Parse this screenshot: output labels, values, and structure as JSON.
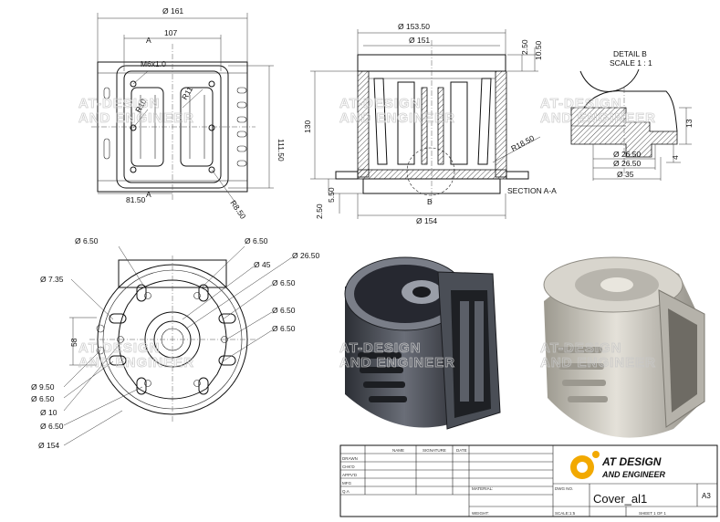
{
  "front_view": {
    "dims": {
      "top_width": "Ø 161",
      "inner_width": "107",
      "height": "111.50",
      "half_width": "81.50",
      "radius_corner": "R8.50",
      "radius_a": "R10",
      "radius_b": "R11",
      "thread": "M6x1.0",
      "section_mark": "A"
    }
  },
  "section_view": {
    "dims": {
      "outer_dia": "Ø 153.50",
      "inner_dia": "Ø 151",
      "height_130": "130",
      "d250_top": "2.50",
      "d1050": "10.50",
      "radius_1850": "R18.50",
      "bottom_dia": "Ø 154",
      "d550": "5.50",
      "d250_bottom": "2.50",
      "detail_mark": "B",
      "label": "SECTION A-A"
    }
  },
  "detail_view": {
    "title_line1": "DETAIL B",
    "title_line2": "SCALE 1 : 1",
    "dims": {
      "d13": "13",
      "d4": "4",
      "dia2650_a": "Ø 26.50",
      "dia2650_b": "Ø 26.50",
      "dia35": "Ø 35"
    }
  },
  "bottom_view": {
    "dims": {
      "hole_650_tl": "Ø 6.50",
      "hole_650_tr": "Ø 6.50",
      "dia_2650": "Ø 26.50",
      "dia_45": "Ø 45",
      "hole_650_r1": "Ø 6.50",
      "hole_650_r2": "Ø 6.50",
      "hole_650_r3": "Ø 6.50",
      "dia_735": "Ø 7.35",
      "d58": "58",
      "dia_950": "Ø 9.50",
      "hole_650_l1": "Ø 6.50",
      "dia_10": "Ø 10",
      "hole_650_l2": "Ø 6.50",
      "dia_154": "Ø 154"
    }
  },
  "watermark": {
    "line1": "AT-DESIGN",
    "line2": "AND ENGINEER"
  },
  "title_block": {
    "col_name": "NAME",
    "col_signature": "SIGNATURE",
    "col_date": "DATE",
    "rows": [
      "DRAWN",
      "CHK'D",
      "APPV'D",
      "MFG",
      "Q.A"
    ],
    "material_label": "MATERIAL:",
    "weight_label": "WEIGHT:",
    "dwg_no_label": "DWG NO.",
    "drawing_name": "Cover_al1",
    "sheet_size": "A3",
    "scale_label": "SCALE:1:5",
    "sheet_label": "SHEET 1 OF 1",
    "logo_line1": "AT DESIGN",
    "logo_line2": "AND ENGINEER"
  },
  "colors": {
    "line": "#111111",
    "render_dark": "#3a3d44",
    "render_light": "#c8c5bd",
    "logo_gear": "#f2a900"
  }
}
